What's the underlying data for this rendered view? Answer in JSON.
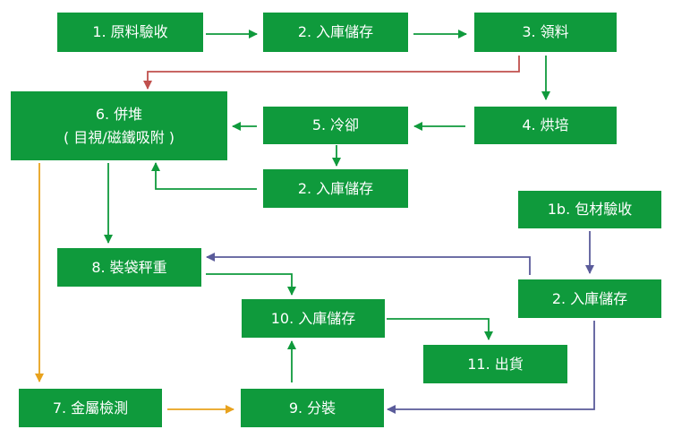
{
  "nodes": {
    "n1": {
      "label": "1. 原料驗收"
    },
    "n2a": {
      "label": "2. 入庫儲存"
    },
    "n3": {
      "label": "3. 領料"
    },
    "n4": {
      "label": "4. 烘培"
    },
    "n5": {
      "label": "5. 冷卻"
    },
    "n2b": {
      "label": "2. 入庫儲存"
    },
    "n6": {
      "label": "6. 併堆",
      "label2": "( 目視/磁鐵吸附 )"
    },
    "n8": {
      "label": "8. 裝袋秤重"
    },
    "n1b": {
      "label": "1b. 包材驗收"
    },
    "n2c": {
      "label": "2. 入庫儲存"
    },
    "n10": {
      "label": "10. 入庫儲存"
    },
    "n11": {
      "label": "11. 出貨"
    },
    "n7": {
      "label": "7. 金屬檢測"
    },
    "n9": {
      "label": "9. 分裝"
    }
  },
  "edge_colors": {
    "green": "#0f9a3c",
    "red": "#c0504d",
    "orange": "#e8a21d",
    "purple": "#5a5b9a"
  }
}
